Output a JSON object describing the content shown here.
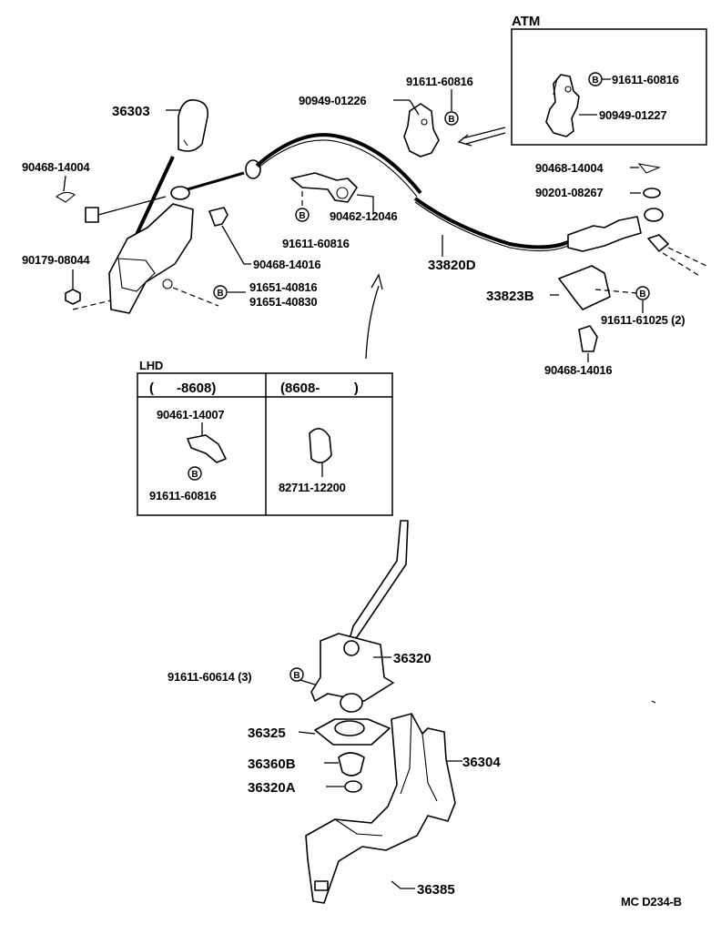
{
  "diagram_code": "MC D234-B",
  "atm_box": {
    "title": "ATM",
    "labels": [
      "91611-60816",
      "90949-01227"
    ]
  },
  "lhd_box": {
    "title": "LHD",
    "col1_header": "(      -8608)",
    "col2_header": "(8608-         )",
    "col1_labels": [
      "90461-14007",
      "91611-60816"
    ],
    "col2_labels": [
      "82711-12200"
    ]
  },
  "bolt_symbol": "B",
  "upper_labels": {
    "knob": "36303",
    "clip_left": "90468-14004",
    "nut_left": "90179-08044",
    "bolt_a": "91651-40816",
    "bolt_b": "91651-40830",
    "clip_mid": "90468-14016",
    "bolt_mid": "91611-60816",
    "clamp_mid": "90462-12046",
    "cable": "33820D",
    "bolt_top": "91611-60816",
    "washer_top": "90949-01226",
    "clip_right": "90468-14004",
    "washer_right": "90201-08267",
    "bracket_right": "33823B",
    "bolt_right": "91611-61025 (2)",
    "clip_right_low": "90468-14016"
  },
  "lower_labels": {
    "lever": "36320",
    "bolt_lever": "91611-60614 (3)",
    "plate": "36325",
    "bushing": "36360B",
    "seat": "36320A",
    "housing": "36304",
    "base": "36385"
  }
}
